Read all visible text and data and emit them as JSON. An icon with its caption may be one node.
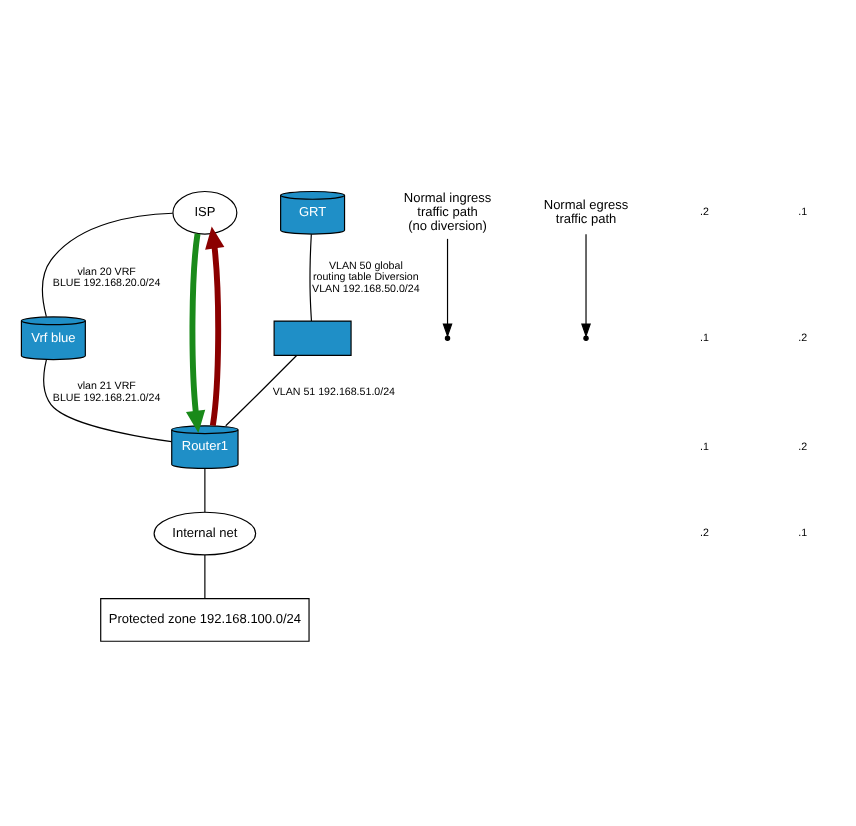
{
  "diagram": {
    "nodes": [
      {
        "text": [
          "ISP"
        ]
      },
      {
        "text": [
          "GRT"
        ]
      },
      {
        "text": [
          "Vrf blue"
        ]
      },
      {
        "text": [],
        "shape": "box"
      },
      {
        "text": [
          "Router1"
        ]
      },
      {
        "text": [
          "Internal net"
        ]
      },
      {
        "text": [
          "Protected zone 192.168.100.0/24"
        ]
      },
      {
        "text": [
          "Normal ingress traffic path (no diversion)"
        ]
      },
      {
        "text": [
          "Normal egress traffic path"
        ]
      }
    ],
    "edges": [
      {
        "from": 0,
        "to": 2,
        "arrow": "none",
        "label": "vlan 20 VRF BLUE 192.168.20.0/24"
      },
      {
        "from": 2,
        "to": 4,
        "arrow": "none",
        "label": "vlan 21 VRF BLUE 192.168.21.0/24"
      },
      {
        "from": 1,
        "to": 3,
        "arrow": "none",
        "label": "VLAN 50 global routing table Diversion VLAN 192.168.50.0/24"
      },
      {
        "from": 3,
        "to": 4,
        "arrow": "none",
        "label": "VLAN 51 192.168.51.0/24"
      },
      {
        "from": 4,
        "to": 5,
        "arrow": "none"
      },
      {
        "from": 5,
        "to": 6,
        "arrow": "none"
      },
      {
        "from": 0,
        "to": 4,
        "arrow": "to",
        "style": "thick",
        "color": "#1a8a1a"
      },
      {
        "from": 4,
        "to": 0,
        "arrow": "to",
        "style": "thick",
        "color": "#8b0000"
      },
      {
        "from": 7,
        "to": null,
        "arrow": "to"
      },
      {
        "from": 8,
        "to": null,
        "arrow": "to"
      }
    ],
    "labels": [
      ".2",
      ".1",
      ".1",
      ".2",
      ".1",
      ".2",
      ".2",
      ".1"
    ]
  }
}
